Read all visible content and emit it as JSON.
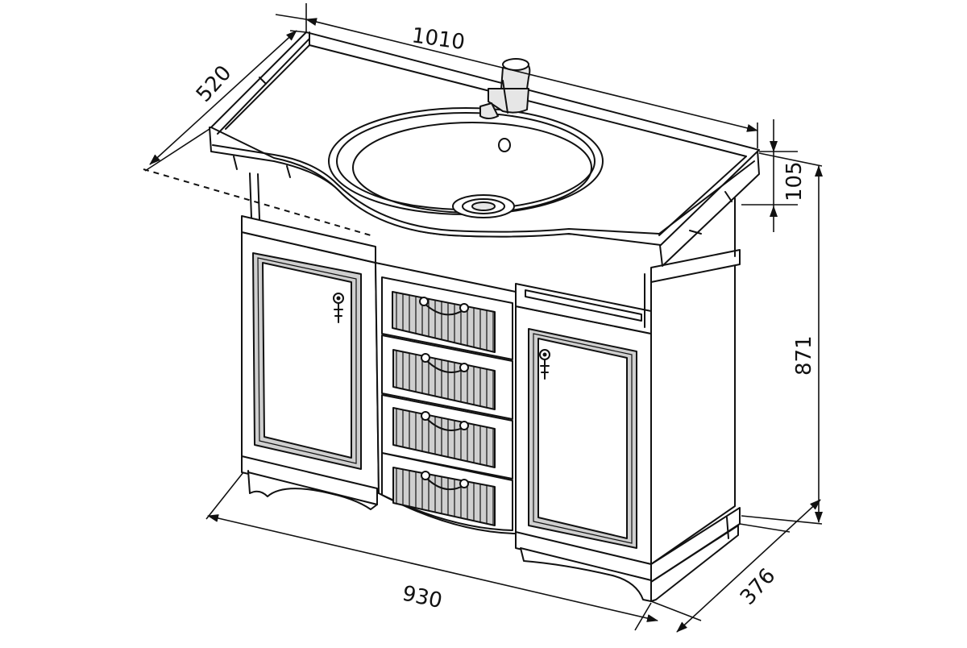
{
  "dimensions": {
    "top_width": "1010",
    "top_depth": "520",
    "top_thickness": "105",
    "total_height": "871",
    "base_depth": "376",
    "base_width": "930"
  }
}
